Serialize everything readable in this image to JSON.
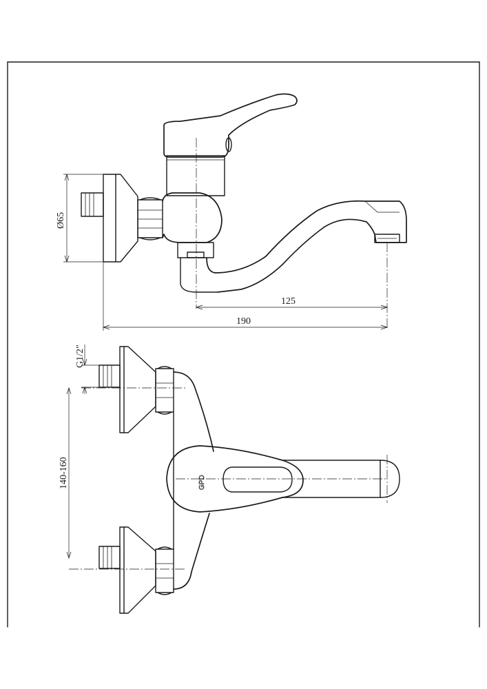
{
  "dimensions": {
    "flange_diameter": "Ø65",
    "spout_reach": "125",
    "overall_length": "190",
    "thread": "G1/2\"",
    "centers": "140-160"
  },
  "logo_text": "GPD"
}
